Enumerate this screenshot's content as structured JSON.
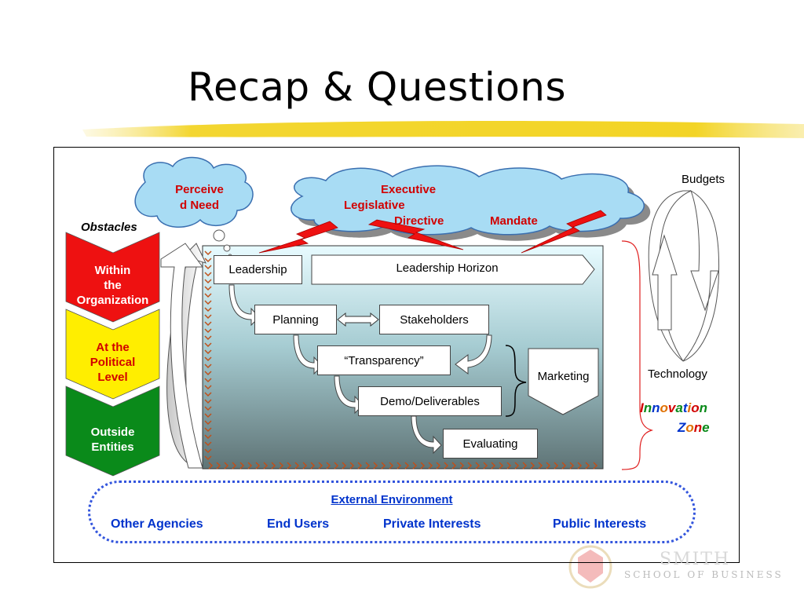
{
  "slide": {
    "title": "Recap & Questions"
  },
  "diagram": {
    "clouds": {
      "perceived_need": "Perceive\nd Need",
      "executive": "Executive",
      "legislative": "Legislative",
      "directive": "Directive",
      "mandate": "Mandate"
    },
    "obstacles": {
      "heading": "Obstacles",
      "within": "Within\nthe\nOrganization",
      "political": "At the\nPolitical\nLevel",
      "outside": "Outside\nEntities"
    },
    "flow": {
      "leadership": "Leadership",
      "leadership_horizon": "Leadership Horizon",
      "planning": "Planning",
      "stakeholders": "Stakeholders",
      "transparency": "“Transparency”",
      "demo": "Demo/Deliverables",
      "evaluating": "Evaluating",
      "marketing": "Marketing"
    },
    "cycle": {
      "budgets": "Budgets",
      "technology": "Technology"
    },
    "innovation": {
      "line1": "Innovation",
      "line2": "Zone"
    },
    "external": {
      "heading": "External Environment",
      "items": [
        "Other Agencies",
        "End Users",
        "Private Interests",
        "Public Interests"
      ]
    }
  },
  "logo": {
    "text": "SCHOOL OF BUSINESS",
    "watermark": "SMITH"
  },
  "colors": {
    "red": "#d10000",
    "chevron_red": "#ee1111",
    "chevron_yellow": "#ffee00",
    "chevron_green": "#0a8a1a",
    "blue": "#0033cc",
    "cloud": "#a8dcf4",
    "highlight": "#f2d21a"
  }
}
